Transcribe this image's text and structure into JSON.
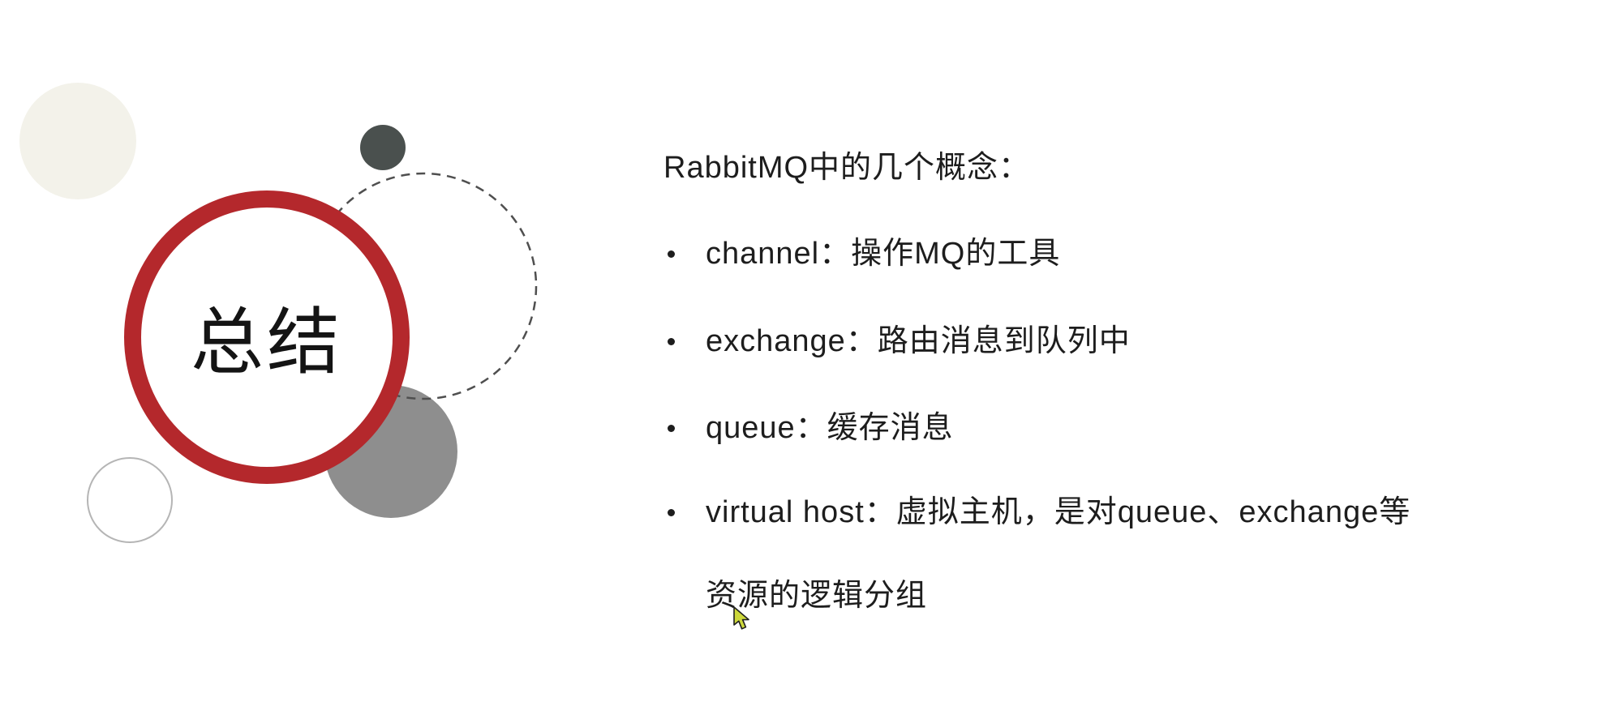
{
  "slide": {
    "badge_label": "总结",
    "heading": "RabbitMQ中的几个概念：",
    "bullets": [
      {
        "line1": "channel：操作MQ的工具"
      },
      {
        "line1": "exchange：路由消息到队列中"
      },
      {
        "line1": "queue：缓存消息"
      },
      {
        "line1": "virtual host：虚拟主机，是对queue、exchange等",
        "line2": "资源的逻辑分组"
      }
    ]
  },
  "colors": {
    "background": "#ffffff",
    "text": "#1d1d1d",
    "accent_red": "#b4282c",
    "badge_text": "#141414",
    "dark_circle": "#4a504e",
    "gray_circle": "#8e8e8e",
    "white_circle_border": "#b5b5b5",
    "cream_circle": "#f3f2ea",
    "dashed_circle_stroke": "#4f4f4f",
    "cursor_fill": "#cdd83b",
    "cursor_outline": "#1f1f1f"
  }
}
